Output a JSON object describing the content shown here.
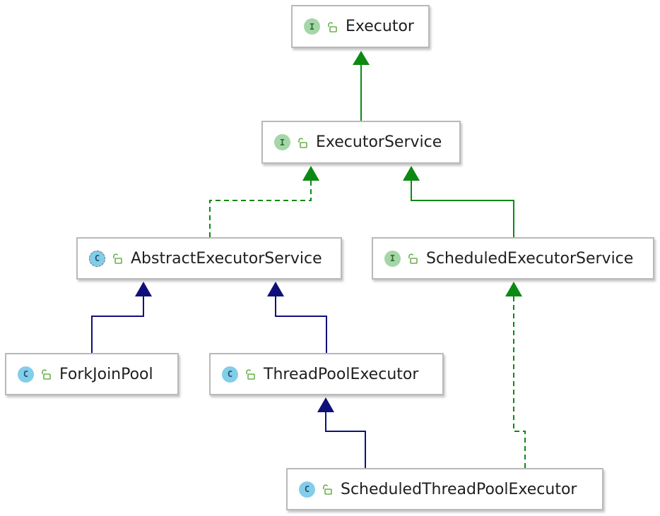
{
  "colors": {
    "implements_arrow": "#0b8a12",
    "extends_arrow": "#10107a",
    "node_border": "#b9b9b9",
    "interface_badge": "#a5d6a7",
    "class_badge": "#82cdea",
    "visibility_icon": "#6ab04c"
  },
  "nodes": {
    "executor": {
      "kind": "interface",
      "badge": "I",
      "label": "Executor"
    },
    "executor_service": {
      "kind": "interface",
      "badge": "I",
      "label": "ExecutorService"
    },
    "abstract_executor_service": {
      "kind": "abstract-class",
      "badge": "C",
      "label": "AbstractExecutorService"
    },
    "scheduled_executor_service": {
      "kind": "interface",
      "badge": "I",
      "label": "ScheduledExecutorService"
    },
    "fork_join_pool": {
      "kind": "class",
      "badge": "C",
      "label": "ForkJoinPool"
    },
    "thread_pool_executor": {
      "kind": "class",
      "badge": "C",
      "label": "ThreadPoolExecutor"
    },
    "scheduled_thread_pool_executor": {
      "kind": "class",
      "badge": "C",
      "label": "ScheduledThreadPoolExecutor"
    }
  },
  "edges": [
    {
      "from": "executor_service",
      "to": "executor",
      "style": "solid",
      "color": "green"
    },
    {
      "from": "abstract_executor_service",
      "to": "executor_service",
      "style": "dashed",
      "color": "green"
    },
    {
      "from": "scheduled_executor_service",
      "to": "executor_service",
      "style": "solid",
      "color": "green"
    },
    {
      "from": "fork_join_pool",
      "to": "abstract_executor_service",
      "style": "solid",
      "color": "blue"
    },
    {
      "from": "thread_pool_executor",
      "to": "abstract_executor_service",
      "style": "solid",
      "color": "blue"
    },
    {
      "from": "scheduled_thread_pool_executor",
      "to": "thread_pool_executor",
      "style": "solid",
      "color": "blue"
    },
    {
      "from": "scheduled_thread_pool_executor",
      "to": "scheduled_executor_service",
      "style": "dashed",
      "color": "green"
    }
  ]
}
